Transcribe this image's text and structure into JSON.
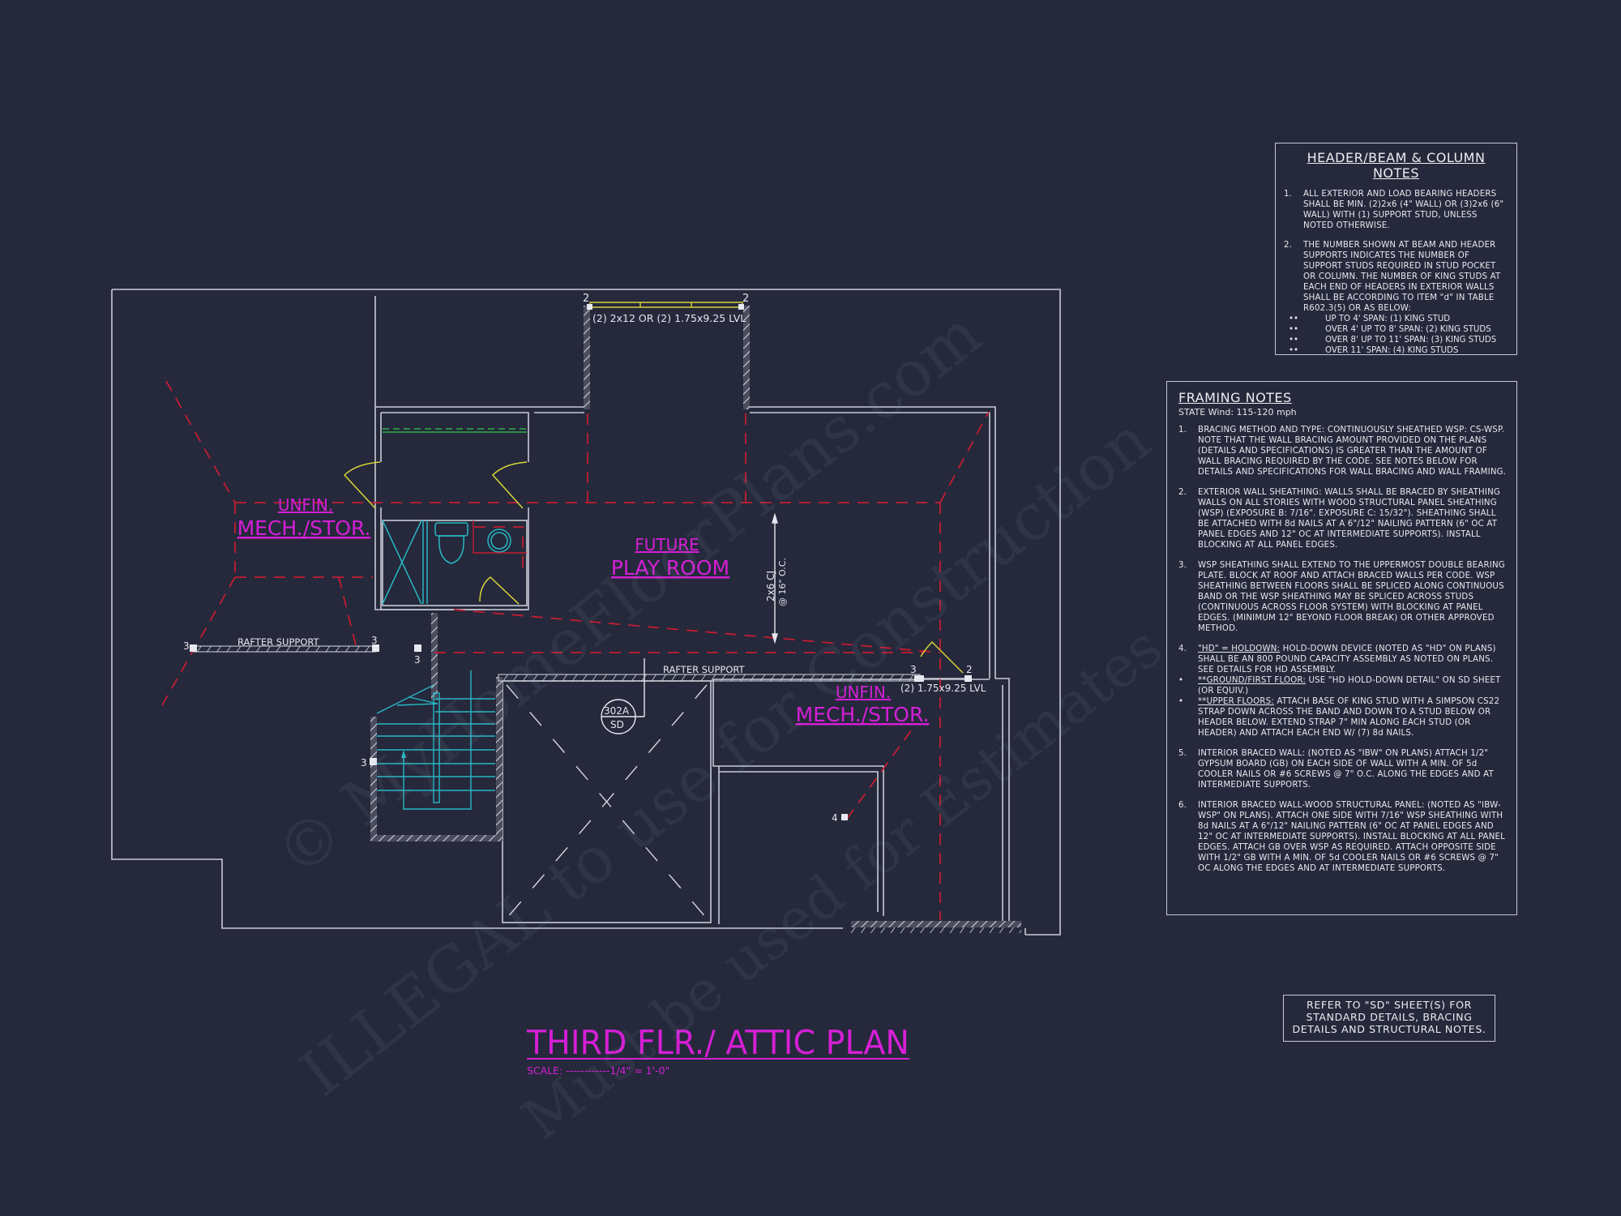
{
  "sheet": {
    "title": "THIRD FLR./ ATTIC PLAN",
    "scale_label": "SCALE: ------------1/4\" = 1'-0\"",
    "colors": {
      "background": "#25293b",
      "wall": "#c9cad6",
      "label_magenta": "#d51fd6",
      "ridge_red": "#c41c32",
      "door_yellow": "#d8d43a",
      "fixture_cyan": "#27b7c4",
      "shelf_green": "#2fae4a"
    }
  },
  "plan": {
    "rooms": [
      {
        "line1": "UNFIN.",
        "line2": "MECH./STOR."
      },
      {
        "line1": "FUTURE",
        "line2": "PLAY ROOM"
      },
      {
        "line1": "UNFIN.",
        "line2": "MECH./STOR."
      }
    ],
    "beam_top": "(2) 2x12 OR (2) 1.75x9.25 LVL",
    "beam_right": "(2) 1.75x9.25 LVL",
    "rafter_support_left": "RAFTER SUPPORT",
    "rafter_support_center": "RAFTER SUPPORT",
    "ceiling_joist_line1": "2x6 CJ",
    "ceiling_joist_line2": "@ 16\" O.C.",
    "detail_tag": {
      "top": "302A",
      "bottom": "SD"
    },
    "stud_counts": {
      "top_left": "2",
      "top_right": "2",
      "rafter_left": "3",
      "rafter_right": "3",
      "post": "3",
      "stair": "3",
      "lvl_left": "3",
      "lvl_right": "2",
      "post_4": "4"
    }
  },
  "header_notes": {
    "title": "HEADER/BEAM & COLUMN NOTES",
    "items": [
      {
        "num": "1.",
        "text": "ALL EXTERIOR AND LOAD BEARING HEADERS SHALL BE MIN. (2)2x6 (4\" WALL) OR (3)2x6 (6\" WALL) WITH (1) SUPPORT STUD, UNLESS NOTED OTHERWISE."
      },
      {
        "num": "2.",
        "text": "THE NUMBER SHOWN AT BEAM AND HEADER SUPPORTS INDICATES THE NUMBER OF SUPPORT STUDS REQUIRED IN STUD POCKET OR COLUMN. THE NUMBER OF KING STUDS AT EACH END OF HEADERS IN EXTERIOR WALLS SHALL BE ACCORDING TO ITEM \"d\" IN TABLE R602.3(5) OR AS BELOW:"
      }
    ],
    "spans": [
      "UP TO 4' SPAN: (1) KING STUD",
      "OVER 4' UP TO 8' SPAN: (2) KING STUDS",
      "OVER 8' UP TO 11' SPAN: (3) KING STUDS",
      "OVER 11' SPAN: (4) KING STUDS"
    ]
  },
  "framing_notes": {
    "title": "FRAMING NOTES",
    "subtitle": "STATE Wind: 115-120 mph",
    "items": [
      {
        "num": "1.",
        "text": "BRACING METHOD AND TYPE: CONTINUOUSLY SHEATHED WSP: CS-WSP. NOTE THAT THE WALL BRACING AMOUNT PROVIDED ON THE PLANS (DETAILS AND SPECIFICATIONS) IS GREATER THAN THE AMOUNT OF WALL BRACING REQUIRED BY THE CODE. SEE NOTES BELOW FOR DETAILS AND SPECIFICATIONS FOR WALL BRACING AND WALL FRAMING."
      },
      {
        "num": "2.",
        "text": "EXTERIOR WALL SHEATHING: WALLS SHALL BE BRACED BY SHEATHING WALLS ON ALL STORIES WITH WOOD STRUCTURAL PANEL SHEATHING (WSP) (EXPOSURE B: 7/16\". EXPOSURE C: 15/32\"). SHEATHING SHALL BE ATTACHED WITH 8d NAILS AT A 6\"/12\" NAILING PATTERN (6\" OC AT PANEL EDGES AND 12\" OC AT INTERMEDIATE SUPPORTS). INSTALL BLOCKING AT ALL PANEL EDGES."
      },
      {
        "num": "3.",
        "text": "WSP SHEATHING SHALL EXTEND TO THE UPPERMOST DOUBLE BEARING PLATE. BLOCK AT ROOF AND ATTACH BRACED WALLS PER CODE. WSP SHEATHING BETWEEN FLOORS SHALL BE SPLICED ALONG CONTINUOUS BAND OR THE WSP SHEATHING MAY BE SPLICED ACROSS STUDS (CONTINUOUS ACROSS FLOOR SYSTEM) WITH BLOCKING AT PANEL EDGES. (MINIMUM 12\" BEYOND FLOOR BREAK) OR OTHER APPROVED METHOD."
      },
      {
        "num": "4.",
        "lead": "\"HD\" = HOLDOWN:",
        "text": " HOLD-DOWN DEVICE (NOTED AS \"HD\" ON PLANS) SHALL BE AN 800 POUND CAPACITY ASSEMBLY AS NOTED ON PLANS. SEE DETAILS FOR HD ASSEMBLY."
      },
      {
        "num": "•",
        "lead": "**GROUND/FIRST FLOOR:",
        "text": "  USE \"HD HOLD-DOWN DETAIL\" ON SD SHEET (OR EQUIV.)"
      },
      {
        "num": "•",
        "lead": "**UPPER FLOORS:",
        "text": " ATTACH BASE OF KING STUD WITH A SIMPSON CS22 STRAP DOWN ACROSS THE BAND AND DOWN TO A STUD BELOW OR HEADER BELOW.  EXTEND STRAP 7\" MIN ALONG EACH STUD (OR HEADER) AND ATTACH EACH END W/ (7) 8d NAILS."
      },
      {
        "num": "5.",
        "text": "INTERIOR BRACED WALL: (NOTED AS \"IBW\" ON PLANS) ATTACH 1/2\" GYPSUM BOARD (GB) ON EACH SIDE OF WALL WITH A MIN. OF 5d COOLER NAILS OR #6 SCREWS @ 7\" O.C. ALONG THE EDGES AND AT INTERMEDIATE SUPPORTS."
      },
      {
        "num": "6.",
        "text": "INTERIOR BRACED WALL-WOOD STRUCTURAL PANEL: (NOTED AS \"IBW-WSP\" ON PLANS). ATTACH ONE SIDE WITH 7/16\" WSP SHEATHING WITH 8d NAILS AT A 6\"/12\" NAILING PATTERN (6\" OC AT PANEL EDGES AND 12\" OC AT INTERMEDIATE SUPPORTS). INSTALL BLOCKING AT ALL PANEL EDGES. ATTACH GB OVER WSP AS REQUIRED. ATTACH OPPOSITE SIDE WITH 1/2\" GB WITH A MIN. OF 5d COOLER NAILS OR #6 SCREWS @ 7\" OC ALONG THE EDGES AND AT INTERMEDIATE SUPPORTS."
      }
    ]
  },
  "refer_note": {
    "lines": [
      "REFER TO \"SD\"  SHEET(S) FOR",
      "STANDARD DETAILS, BRACING",
      "DETAILS AND STRUCTURAL NOTES."
    ]
  },
  "watermarks": [
    "© MyHomeFloorPlans.com",
    "ILLEGAL to use for Construction",
    "Must be used for Estimates"
  ]
}
